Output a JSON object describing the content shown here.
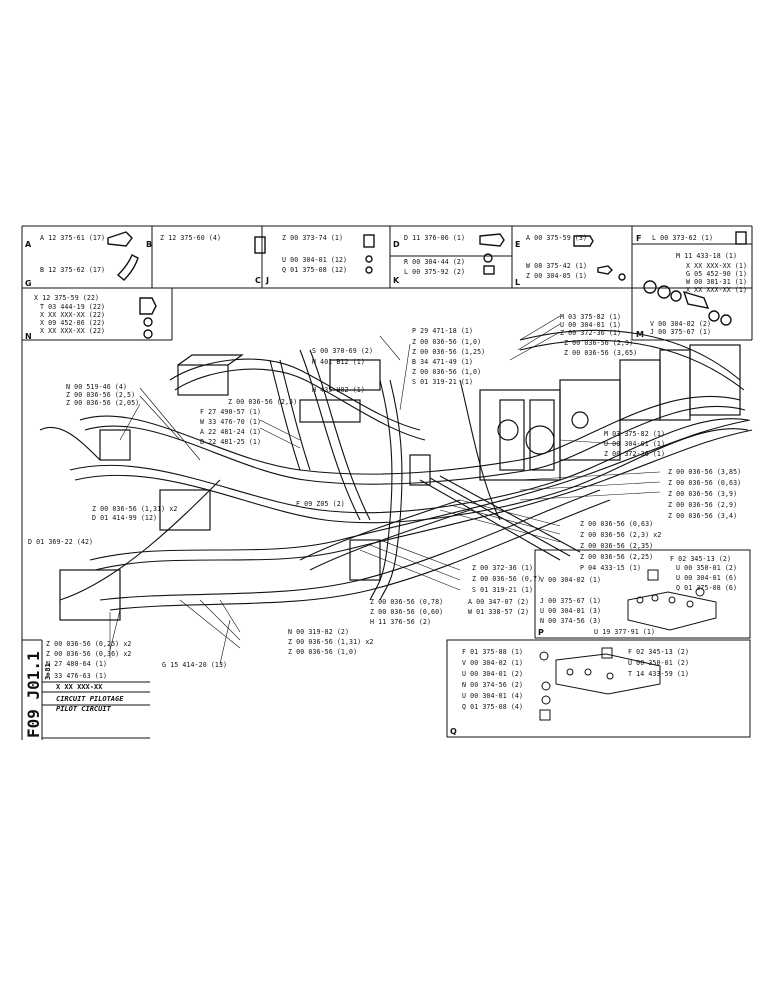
{
  "drawing_code": "F09 J01.1",
  "date": "3-81",
  "ref_mark": "X XX XXX-XX",
  "title_fr": "CIRCUIT PILOTAGE",
  "title_en": "PILOT CIRCUIT",
  "header_boxes": [
    {
      "letter": "A",
      "parts": [
        "A 12 375-61 (17)"
      ]
    },
    {
      "letter": "B",
      "parts": [
        "B 12 375-62 (17)"
      ]
    },
    {
      "letter": "C",
      "parts": [
        "Z 12 375-60 (4)"
      ]
    },
    {
      "letter": "J",
      "parts": [
        "Z 00 373-74 (1)",
        "U 00 304-01 (12)",
        "Q 01 375-08 (12)"
      ]
    },
    {
      "letter": "D",
      "parts": [
        "D 11 376-06 (1)"
      ]
    },
    {
      "letter": "K",
      "parts": [
        "R 00 304-44 (2)",
        "L 00 375-92 (2)"
      ]
    },
    {
      "letter": "E",
      "parts": [
        "A 00 375-59 (3)"
      ]
    },
    {
      "letter": "L",
      "parts": [
        "W 08 375-42 (1)",
        "Z 00 304-05 (1)"
      ]
    },
    {
      "letter": "F",
      "parts": [
        "L 00 373-62 (1)"
      ]
    },
    {
      "letter": "M",
      "parts": [
        "M 11 433-18 (1)",
        "X XX XXX-XX (1)",
        "G 05 452-90 (1)",
        "W 00 381-31 (1)",
        "X XX XXX-XX (1)",
        "V 00 304-02 (2)",
        "J 00 375-67 (1)"
      ]
    },
    {
      "letter": "G",
      "parts": []
    },
    {
      "letter": "N",
      "parts": [
        "X 12 375-59 (22)",
        "T 03 444-19 (22)",
        "X XX XXX-XX (22)",
        "X 09 452-06 (22)",
        "X XX XXX-XX (22)"
      ]
    }
  ],
  "callouts": [
    "N 00 519-46 (4)",
    "Z 00 036-56 (2,5)",
    "Z 00 036-56 (2,05)",
    "S 00 370-69 (2)",
    "H 401 B12 (1)",
    "H 435 H02 (1)",
    "F 27 490-57 (1)",
    "W 33 476-70 (1)",
    "A 22 481-24 (1)",
    "B 22 481-25 (1)",
    "Z 00 036-56 (2,3)",
    "P 29 471-18 (1)",
    "Z 00 036-56 (1,0)",
    "Z 00 036-56 (1,25)",
    "B 34 471-49 (1)",
    "Z 00 036-56 (1,0)",
    "S 01 319-21 (1)",
    "M 03 375-82 (1)",
    "U 00 304-01 (1)",
    "Z 00 372-36 (1)",
    "Z 00 036-56 (2,9)",
    "Z 00 036-56 (3,65)",
    "M 03 375-82 (1)",
    "U 00 304-01 (1)",
    "Z 00 372-36 (1)",
    "Z 00 036-56 (3,85)",
    "Z 00 036-56 (0,63)",
    "Z 00 036-56 (3,9)",
    "Z 00 036-56 (2,9)",
    "Z 00 036-56 (3,4)",
    "Z 00 036-56 (0,63)",
    "Z 00 036-56 (2,3) x2",
    "Z 00 036-56 (2,35)",
    "Z 00 036-56 (2,25)",
    "P 04 433-15 (1)",
    "F 09 Z05 (2)",
    "Z 00 036-56 (1,31) x2",
    "D 01 414-99 (12)",
    "D 01 369-22 (42)",
    "Z 00 372-36 (1)",
    "Z 00 036-56 (0,7)",
    "S 01 319-21 (1)",
    "Z 00 036-56 (0,78)",
    "A 00 347-07 (2)",
    "Z 00 036-56 (0,60)",
    "W 01 338-57 (2)",
    "H 11 376-56 (2)",
    "N 00 319-82 (2)",
    "Z 00 036-56 (1,31) x2",
    "Z 00 036-56 (1,0)",
    "Z 00 036-56 (0,25) x2",
    "Z 00 036-56 (0,36) x2",
    "N 27 480-64 (1)",
    "P 33 476-63 (1)",
    "G 15 414-20 (13)"
  ],
  "box_P": {
    "letter": "P",
    "parts": [
      "F 02 345-13 (2)",
      "U 00 350-01 (2)",
      "U 00 304-01 (6)",
      "Q 01 375-08 (6)",
      "V 00 304-02 (1)",
      "J 00 375-67 (1)",
      "U 00 304-01 (3)",
      "N 00 374-56 (3)",
      "U 19 377-91 (1)"
    ]
  },
  "box_Q": {
    "letter": "Q",
    "parts": [
      "F 01 375-88 (1)",
      "V 00 304-02 (1)",
      "U 00 304-01 (2)",
      "N 00 374-56 (2)",
      "U 00 304-01 (4)",
      "Q 01 375-08 (4)",
      "F 02 345-13 (2)",
      "U 00 350-01 (2)",
      "T 14 433-59 (1)"
    ]
  }
}
